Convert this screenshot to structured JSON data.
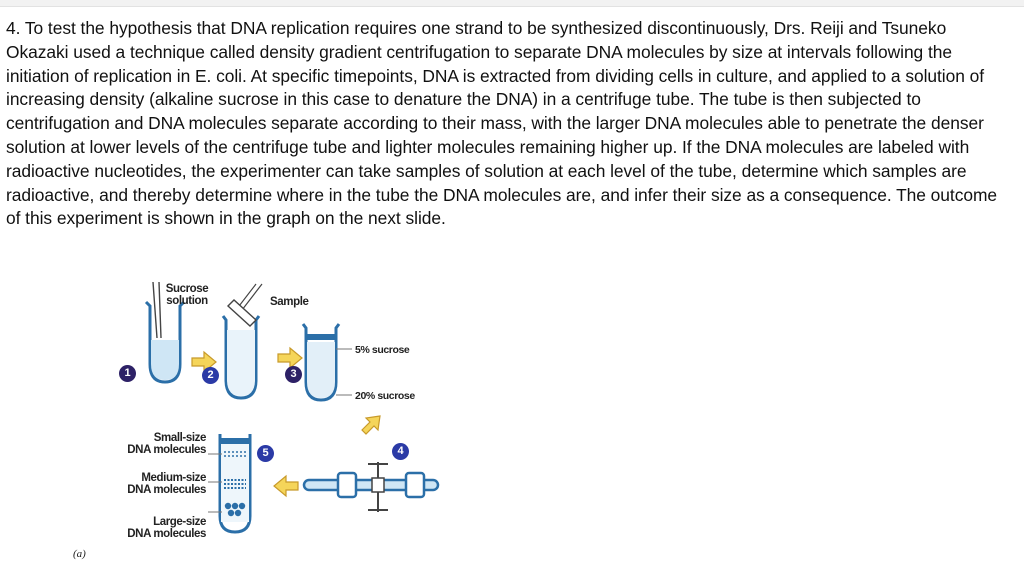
{
  "text": {
    "paragraph": "4. To test the hypothesis that DNA replication requires one strand to be synthesized discontinuously, Drs. Reiji and Tsuneko Okazaki used a technique called density gradient centrifugation to separate DNA molecules by size at intervals following the initiation of replication in E. coli.  At specific timepoints, DNA is extracted from dividing cells in culture, and applied to a solution of increasing density (alkaline sucrose in this case to denature the DNA) in a centrifuge tube.  The tube is then subjected to centrifugation and DNA molecules separate according to their mass, with the larger DNA molecules able to penetrate the denser solution at lower levels of the centrifuge tube and lighter molecules remaining higher up. If the DNA molecules are labeled with radioactive nucleotides, the experimenter can take samples of solution at each level of the tube, determine which samples are radioactive, and thereby determine where in the tube the DNA molecules are, and infer their size as a consequence.  The outcome of this experiment is shown in the graph on the next slide."
  },
  "figure": {
    "sucrose_label_1": "Sucrose",
    "sucrose_label_2": "solution",
    "sample_label": "Sample",
    "low_sucrose": "5% sucrose",
    "high_sucrose": "20% sucrose",
    "small_1": "Small-size",
    "small_2": "DNA molecules",
    "medium_1": "Medium-size",
    "medium_2": "DNA molecules",
    "large_1": "Large-size",
    "large_2": "DNA molecules",
    "panel_label": "(a)",
    "steps": [
      "1",
      "2",
      "3",
      "4",
      "5"
    ],
    "colors": {
      "tube_blue": "#2b6fa8",
      "liquid_light": "#cfe6f5",
      "arrow_fill": "#f5d55a",
      "arrow_stroke": "#c89a2a",
      "step_dark": "#2d2166",
      "step_blue": "#2b3aa6"
    }
  }
}
